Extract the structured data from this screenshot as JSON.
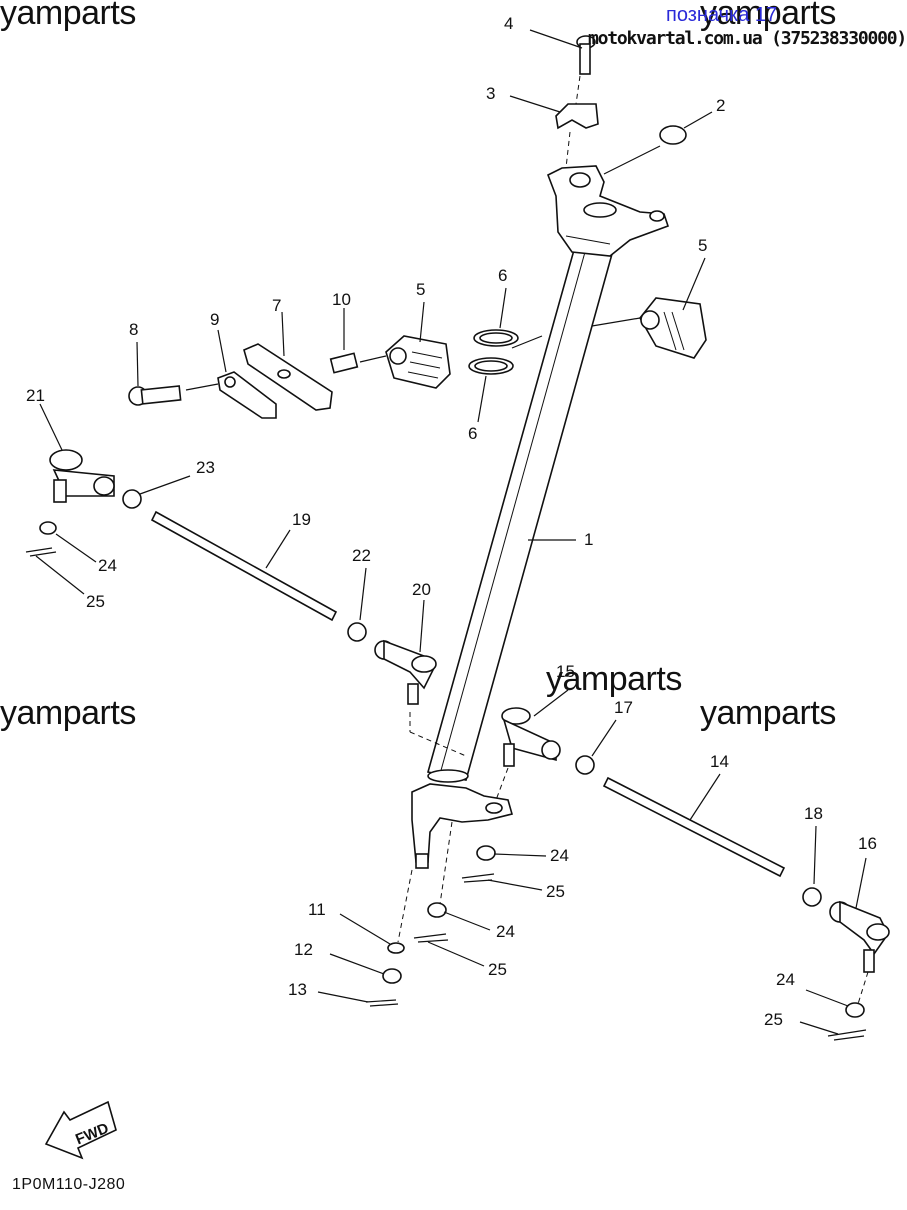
{
  "watermarks": {
    "wm1": "yamparts",
    "wm2": "yamparts",
    "wm3": "yamparts",
    "wm4": "yamparts",
    "wm5": "yamparts"
  },
  "header": {
    "marker": "позначка 17",
    "site": "motokvartal.com.ua (375238330000)"
  },
  "fwd_label": "FWD",
  "diagram_code": "1P0M110-J280",
  "callouts": {
    "c1": "1",
    "c2": "2",
    "c3": "3",
    "c4": "4",
    "c5a": "5",
    "c5b": "5",
    "c6a": "6",
    "c6b": "6",
    "c7": "7",
    "c8": "8",
    "c9": "9",
    "c10": "10",
    "c11": "11",
    "c12": "12",
    "c13": "13",
    "c14": "14",
    "c15": "15",
    "c16": "16",
    "c17": "17",
    "c18": "18",
    "c19": "19",
    "c20": "20",
    "c21": "21",
    "c22": "22",
    "c23": "23",
    "c24a": "24",
    "c24b": "24",
    "c24c": "24",
    "c24d": "24",
    "c25a": "25",
    "c25b": "25",
    "c25c": "25",
    "c25d": "25"
  }
}
